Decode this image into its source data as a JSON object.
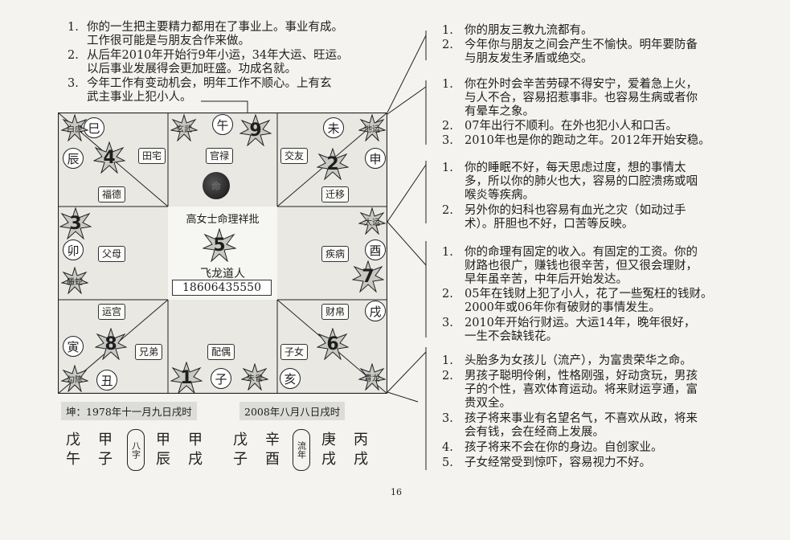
{
  "top_notes": [
    {
      "num": "1.",
      "lines": [
        "你的一生把主要精力都用在了事业上。事业有成。",
        "工作很可能是与朋友合作来做。"
      ]
    },
    {
      "num": "2.",
      "lines": [
        "从后年2010年开始行9年小运，34年大运、旺运。",
        "以后事业发展得会更加旺盛。功成名就。"
      ]
    },
    {
      "num": "3.",
      "lines": [
        "今年工作有变动机会，明年工作不顺心。上有玄",
        "武主事业上犯小人。"
      ]
    }
  ],
  "right_notes": [
    {
      "group": [
        {
          "num": "1.",
          "lines": [
            "你的朋友三教九流都有。"
          ]
        },
        {
          "num": "2.",
          "lines": [
            "今年你与朋友之间会产生不愉快。明年要防备",
            "与朋友发生矛盾或绝交。"
          ]
        }
      ]
    },
    {
      "group": [
        {
          "num": "1.",
          "lines": [
            "你在外时会辛苦劳碌不得安宁，爱着急上火，",
            "与人不合，容易招惹事非。也容易生病或者你",
            "有晕车之象。"
          ]
        },
        {
          "num": "2.",
          "lines": [
            "07年出行不顺利。在外也犯小人和口舌。"
          ]
        },
        {
          "num": "3.",
          "lines": [
            "2010年也是你的跑动之年。2012年开始安稳。"
          ]
        }
      ]
    },
    {
      "group": [
        {
          "num": "1.",
          "lines": [
            "你的睡眠不好，每天思虑过度，想的事情太",
            "多，所以你的肺火也大，容易的口腔溃疡或咽",
            "喉炎等疾病。"
          ]
        },
        {
          "num": "2.",
          "lines": [
            "另外你的妇科也容易有血光之灾（如动过手",
            "术）。肝胆也不好，口苦等反映。"
          ]
        }
      ]
    },
    {
      "group": [
        {
          "num": "1.",
          "lines": [
            "你的命理有固定的收入。有固定的工资。你的",
            "财路也很广，赚钱也很辛苦，但又很会理财，",
            "早年虽辛苦，中年后开始发达。"
          ]
        },
        {
          "num": "2.",
          "lines": [
            "05年在钱财上犯了小人，花了一些冤枉的钱财。",
            "2000年或06年你有破财的事情发生。"
          ]
        },
        {
          "num": "3.",
          "lines": [
            "2010年开始行财运。大运14年，晚年很好，",
            "一生不会缺钱花。"
          ]
        }
      ]
    },
    {
      "group": [
        {
          "num": "1.",
          "lines": [
            "头胎多为女孩儿（流产），为富贵荣华之命。"
          ]
        },
        {
          "num": "2.",
          "lines": [
            "男孩子聪明伶俐，性格刚强，好动贪玩，男孩",
            "子的个性，喜欢体育运动。将来财运亨通，富",
            "贵双全。"
          ]
        },
        {
          "num": "3.",
          "lines": [
            "孩子将来事业有名望名气，不喜欢从政，将来",
            "会有钱，会在经商上发展。"
          ]
        },
        {
          "num": "4.",
          "lines": [
            "孩子将来不会在你的身边。自创家业。"
          ]
        },
        {
          "num": "5.",
          "lines": [
            "子女经常受到惊吓，容易视力不好。"
          ]
        }
      ]
    }
  ],
  "chart": {
    "palaces": {
      "tianzhai": "田宅",
      "fude": "福德",
      "guanlu": "官禄",
      "jiaoyou": "交友",
      "qianyi": "迁移",
      "fumu": "父母",
      "jibing": "疾病",
      "yungong": "运宫",
      "caibo": "财帛",
      "xiongdi": "兄弟",
      "peiou": "配偶",
      "zinv": "子女"
    },
    "branches": {
      "si": "巳",
      "wu": "午",
      "wei": "未",
      "shen": "申",
      "chen": "辰",
      "mao": "卯",
      "you": "酉",
      "xu": "戌",
      "yin": "寅",
      "chou": "丑",
      "zi": "子",
      "hai": "亥"
    },
    "stars": {
      "baihu": "白虎",
      "xuanwu": "玄武",
      "diyun": "地运",
      "dayun": "大运",
      "tengshe": "螣蛇",
      "gouchen": "勾陈",
      "zhuque": "朱雀",
      "qinglong": "青龙",
      "center": "命"
    },
    "numbers": {
      "n4": "4",
      "n9": "9",
      "n2": "2",
      "n3": "3",
      "n5": "5",
      "n7": "7",
      "n8": "8",
      "n6": "6",
      "n1": "1"
    },
    "center_title": "高女士命理祥批",
    "author": "飞龙道人",
    "phone": "18606435550"
  },
  "bazi": {
    "left_date": "坤：1978年十一月九日戌时",
    "right_date": "2008年八月八日戌时",
    "left_label": "八字",
    "right_label": "流年",
    "left_pillars": [
      [
        "戊",
        "午"
      ],
      [
        "甲",
        "子"
      ],
      [
        "甲",
        "辰"
      ],
      [
        "甲",
        "戌"
      ]
    ],
    "right_pillars": [
      [
        "戊",
        "子"
      ],
      [
        "辛",
        "酉"
      ],
      [
        "庚",
        "戌"
      ],
      [
        "丙",
        "戌"
      ]
    ]
  },
  "page_number": "16"
}
